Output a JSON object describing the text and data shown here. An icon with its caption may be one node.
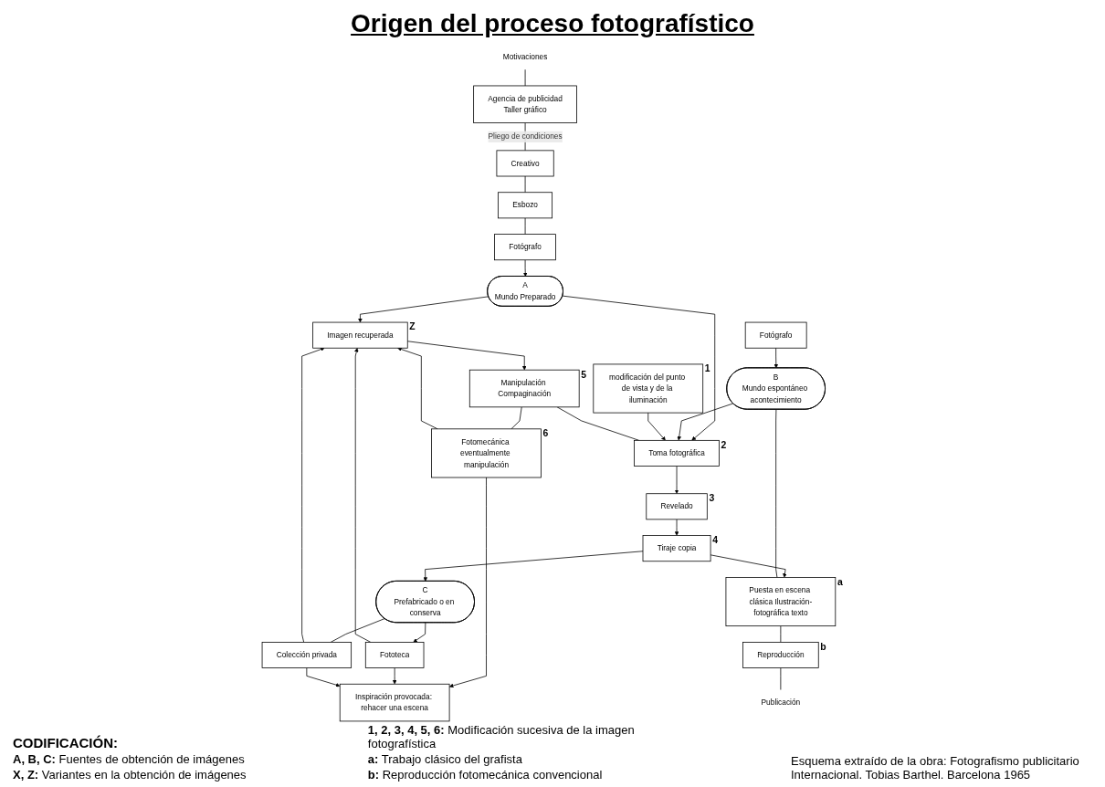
{
  "diagram": {
    "title": "Origen del proceso fotografístico",
    "caption": "Esquema extraído de la obra: Fotografismo publicitario Internacional. Tobias Barthel. Barcelona 1965",
    "nodes": [
      {
        "text": [
          "Motivaciones"
        ]
      },
      {
        "text": [
          "Inspiración provocada: rehacer una escena"
        ]
      },
      {
        "text": [
          "Agencia de publicidad",
          "Taller gráfico"
        ]
      },
      {
        "text": [
          "Imagen recuperada"
        ],
        "beside": [
          "Z"
        ]
      },
      {
        "text": [
          "Manipulación Compaginación"
        ],
        "beside": [
          "5"
        ]
      },
      {
        "text": [
          "Fotomecánica eventualmente manipulación"
        ],
        "beside": [
          "6"
        ]
      },
      {
        "text": [
          "Fototeca"
        ]
      },
      {
        "text": [
          "modificación del punto de vista y de la iluminación"
        ],
        "beside": [
          "1"
        ]
      },
      {
        "text": [
          "Colección privada"
        ]
      },
      {
        "text": [
          "Creativo"
        ]
      },
      {
        "text": [
          "Esbozo"
        ]
      },
      {
        "text": [
          "C",
          "Prefabricado o en conserva"
        ]
      },
      {
        "text": [
          "Fotógrafo"
        ]
      },
      {
        "text": [
          "A",
          "Mundo Preparado"
        ]
      },
      {
        "text": [
          "Toma fotográfica"
        ],
        "beside": [
          "2"
        ]
      },
      {
        "text": [
          "Revelado"
        ],
        "beside": [
          "3"
        ]
      },
      {
        "text": [
          "Tiraje copia"
        ],
        "beside": [
          "4"
        ]
      },
      {
        "text": [
          "B",
          "Mundo espontáneo acontecimiento"
        ]
      },
      {
        "text": [
          "Fotógrafo"
        ]
      },
      {
        "text": [
          "Puesta en escena clásica Ilustración-fotográfica texto"
        ],
        "beside": [
          "a"
        ]
      },
      {
        "text": [
          "Reproducción"
        ],
        "beside": [
          "b"
        ]
      },
      {
        "text": [
          "Publicación"
        ]
      }
    ],
    "edges": [
      {
        "from": 0,
        "to": 2,
        "arrow": "none"
      },
      {
        "from": 2,
        "to": 9,
        "arrow": "none",
        "label": "Pliego de condiciones"
      },
      {
        "from": 9,
        "to": 10,
        "arrow": "none"
      },
      {
        "from": 10,
        "to": 12,
        "arrow": "none"
      },
      {
        "from": 12,
        "to": 13,
        "arrow": "to"
      },
      {
        "from": 13,
        "to": 3,
        "arrow": "to"
      },
      {
        "from": 13,
        "to": 14,
        "arrow": "to"
      },
      {
        "from": 17,
        "to": 14,
        "arrow": "to"
      },
      {
        "from": 7,
        "to": 14,
        "arrow": "to"
      },
      {
        "from": 3,
        "to": 4,
        "arrow": "to"
      },
      {
        "from": 4,
        "to": 14,
        "arrow": "none"
      },
      {
        "from": 4,
        "to": 5,
        "arrow": "none"
      },
      {
        "from": 5,
        "to": 1,
        "arrow": "to"
      },
      {
        "from": 5,
        "to": 3,
        "arrow": "to"
      },
      {
        "from": 6,
        "to": 1,
        "arrow": "to"
      },
      {
        "from": 6,
        "to": 3,
        "arrow": "to"
      },
      {
        "from": 8,
        "to": 1,
        "arrow": "to"
      },
      {
        "from": 8,
        "to": 3,
        "arrow": "to"
      },
      {
        "from": 14,
        "to": 15,
        "arrow": "to"
      },
      {
        "from": 15,
        "to": 16,
        "arrow": "to"
      },
      {
        "from": 16,
        "to": 11,
        "arrow": "to"
      },
      {
        "from": 16,
        "to": 19,
        "arrow": "to"
      },
      {
        "from": 11,
        "to": 6,
        "arrow": "to"
      },
      {
        "from": 11,
        "to": 8,
        "arrow": "none"
      },
      {
        "from": 18,
        "to": 17,
        "arrow": "to"
      },
      {
        "from": 17,
        "to": 19,
        "arrow": "none"
      },
      {
        "from": 19,
        "to": 20,
        "arrow": "none"
      },
      {
        "from": 20,
        "to": 21,
        "arrow": "none"
      }
    ],
    "labels": [
      "CODIFICACIÓN:",
      "**A, B, C:** Fuentes de obtención de imágenes",
      "**X, Z:** Variantes en la obtención de imágenes",
      "**1, 2, 3, 4, 5, 6:** Modificación sucesiva de la imagen fotografística",
      "**a:** Trabajo clásico del grafista",
      "**b:** Reproducción fotomecánica convencional"
    ]
  }
}
